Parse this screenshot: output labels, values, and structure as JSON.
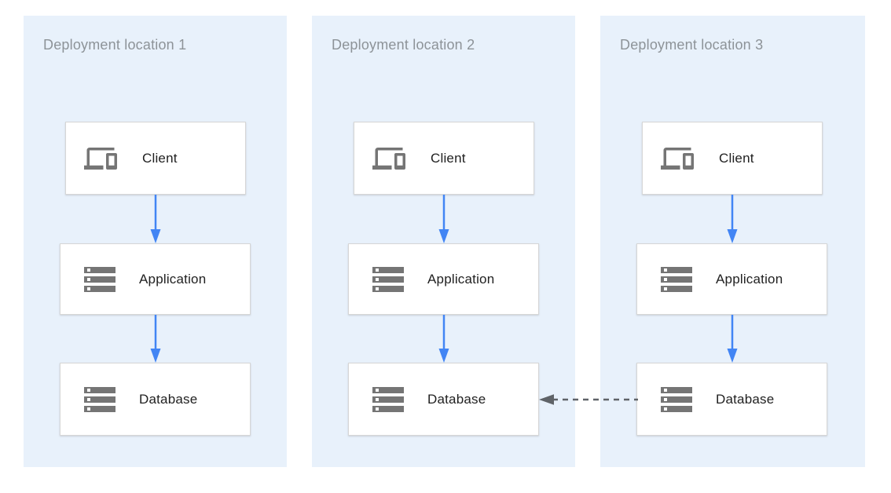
{
  "diagram": {
    "panels": [
      {
        "title": "Deployment location 1",
        "nodes": [
          {
            "label": "Client",
            "icon": "devices-icon"
          },
          {
            "label": "Application",
            "icon": "storage-icon"
          },
          {
            "label": "Database",
            "icon": "storage-icon"
          }
        ]
      },
      {
        "title": "Deployment location 2",
        "nodes": [
          {
            "label": "Client",
            "icon": "devices-icon"
          },
          {
            "label": "Application",
            "icon": "storage-icon"
          },
          {
            "label": "Database",
            "icon": "storage-icon"
          }
        ]
      },
      {
        "title": "Deployment location 3",
        "nodes": [
          {
            "label": "Client",
            "icon": "devices-icon"
          },
          {
            "label": "Application",
            "icon": "storage-icon"
          },
          {
            "label": "Database",
            "icon": "storage-icon"
          }
        ]
      }
    ],
    "flows": [
      {
        "from": "Client",
        "to": "Application",
        "style": "solid"
      },
      {
        "from": "Application",
        "to": "Database",
        "style": "solid"
      }
    ],
    "replication_arrow": {
      "from": "Database (Deployment location 3)",
      "to": "Database (Deployment location 2)",
      "style": "dashed"
    },
    "colors": {
      "panel_background": "#e8f1fb",
      "flow_arrow": "#4285f4",
      "replication_arrow": "#5f6368",
      "icon_gray": "#757575",
      "box_border": "#d6d6d6",
      "title_text": "#8d9398",
      "label_text": "#212121"
    }
  }
}
